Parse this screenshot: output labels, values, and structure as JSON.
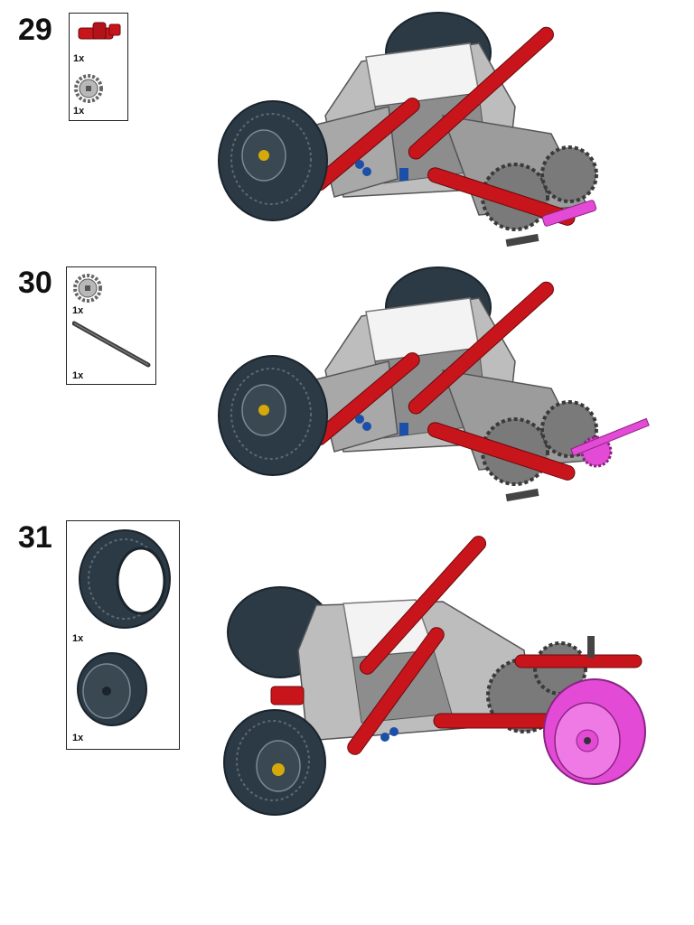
{
  "steps": [
    {
      "number": "29",
      "parts": [
        {
          "name": "red-connector-peg",
          "qty": "1x"
        },
        {
          "name": "gray-gear-12t",
          "qty": "1x"
        }
      ]
    },
    {
      "number": "30",
      "parts": [
        {
          "name": "gray-gear-12t",
          "qty": "1x"
        },
        {
          "name": "black-axle-long",
          "qty": "1x"
        }
      ]
    },
    {
      "number": "31",
      "parts": [
        {
          "name": "tire-large",
          "qty": "1x"
        },
        {
          "name": "rim-large",
          "qty": "1x"
        }
      ]
    }
  ],
  "colors": {
    "red": "#c8151b",
    "dark_red": "#8a0a0e",
    "light_gray": "#bfbfbf",
    "dark_gray": "#6e6e6e",
    "tire": "#2c3a45",
    "magenta": "#e34bd6",
    "blue": "#1b4fa8",
    "white": "#f4f4f4"
  }
}
